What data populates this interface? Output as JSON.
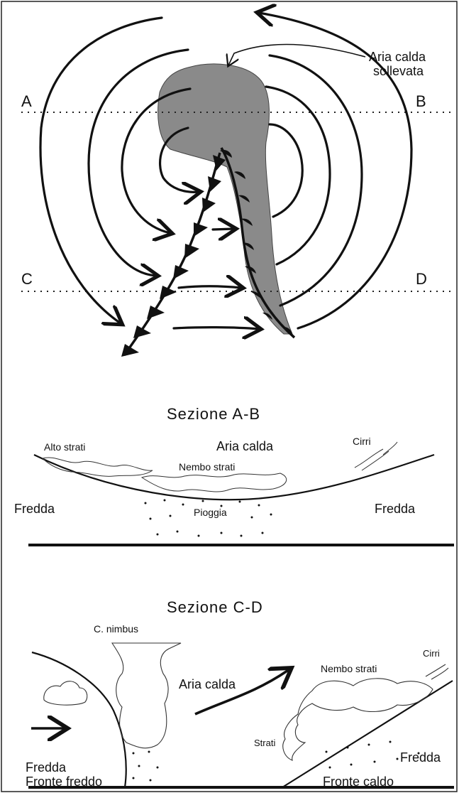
{
  "top_map": {
    "warm_air_lifted_label": [
      "Aria calda",
      "sollevata"
    ],
    "section_labels": {
      "a": "A",
      "b": "B",
      "c": "C",
      "d": "D"
    }
  },
  "section_ab": {
    "title": "Sezione A-B",
    "labels": {
      "alto_strati": "Alto strati",
      "aria_calda": "Aria calda",
      "cirri": "Cirri",
      "nembo_strati": "Nembo strati",
      "fredda_left": "Fredda",
      "fredda_right": "Fredda",
      "pioggia": "Pioggia"
    }
  },
  "section_cd": {
    "title": "Sezione C-D",
    "labels": {
      "c_nimbus": "C. nimbus",
      "nembo_strati": "Nembo strati",
      "cirri": "Cirri",
      "aria_calda": "Aria calda",
      "strati": "Strati",
      "fredda_left": "Fredda",
      "fredda_right": "Fredda",
      "fronte_freddo": "Fronte freddo",
      "fronte_caldo": "Fronte caldo"
    }
  }
}
